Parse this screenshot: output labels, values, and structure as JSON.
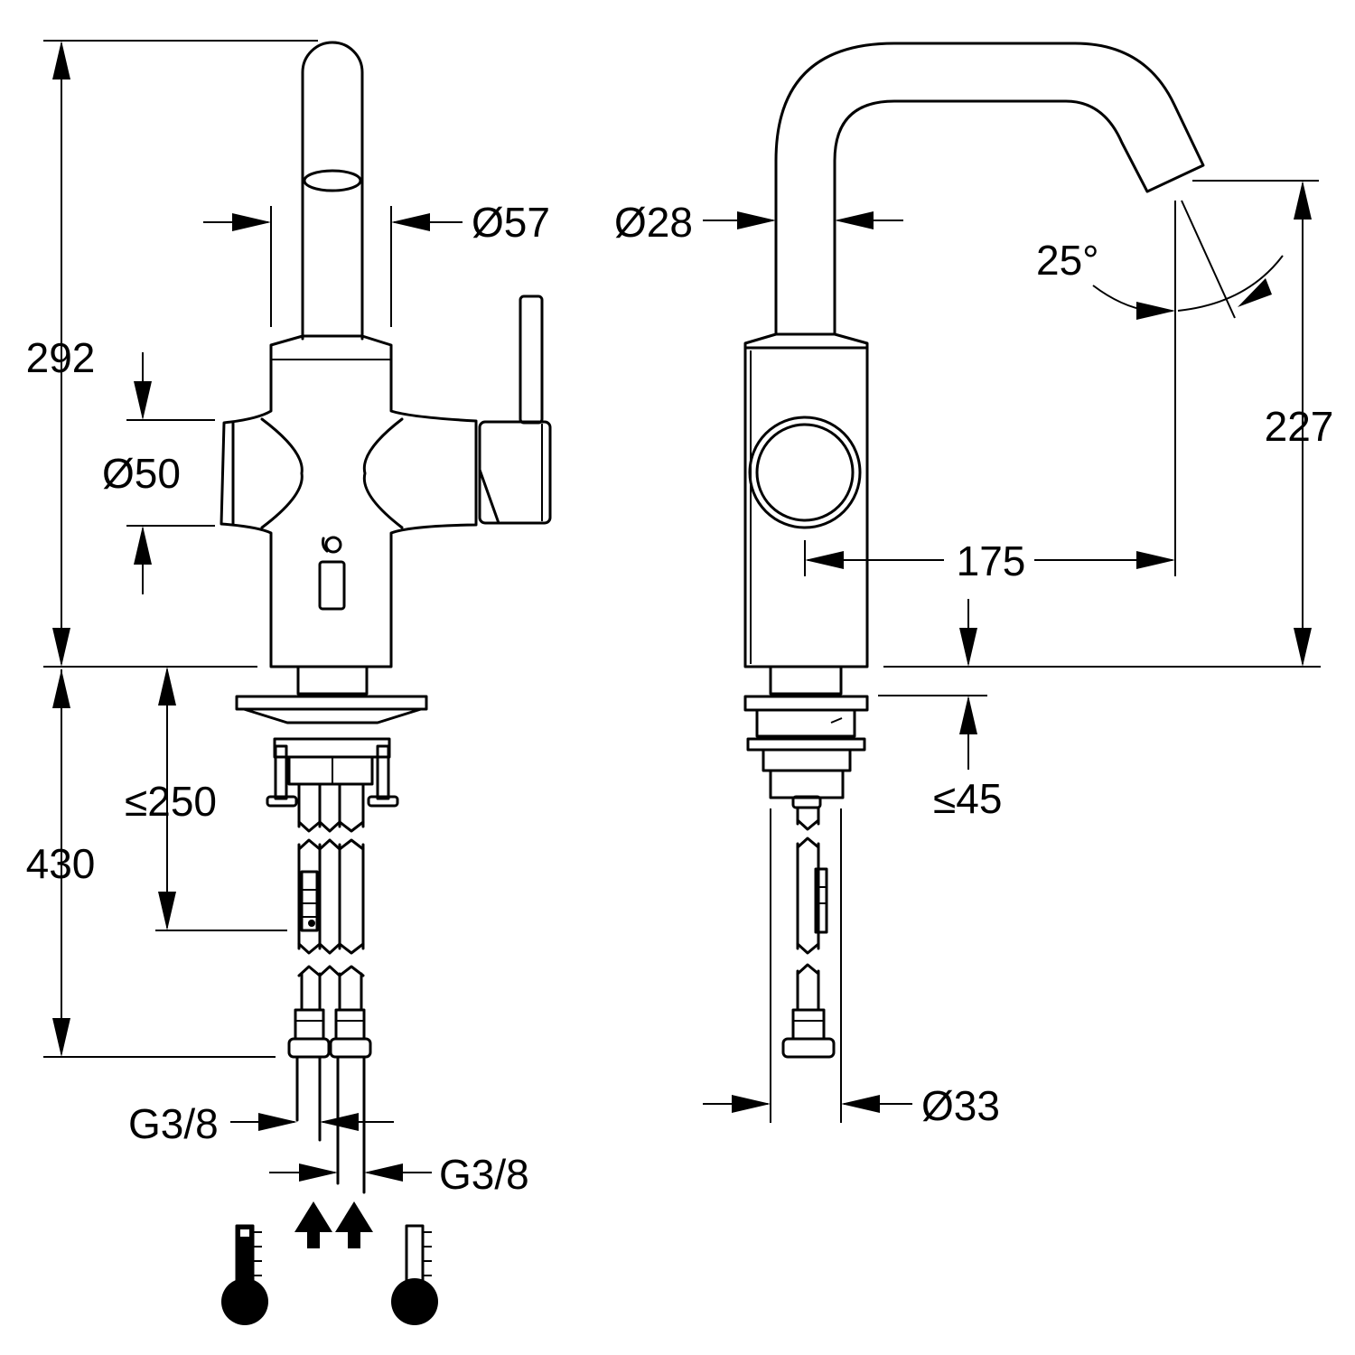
{
  "dimensions": {
    "total_height": "292",
    "spout_diameter_front": "Ø57",
    "body_diameter": "Ø50",
    "below_counter_length": "430",
    "max_counter_thickness_front": "≤250",
    "thread_hot": "G3/8",
    "thread_cold": "G3/8",
    "spout_diameter_side": "Ø28",
    "spray_angle": "25°",
    "spout_height": "227",
    "spout_reach": "175",
    "max_counter_thickness_side": "≤45",
    "shank_diameter": "Ø33"
  }
}
